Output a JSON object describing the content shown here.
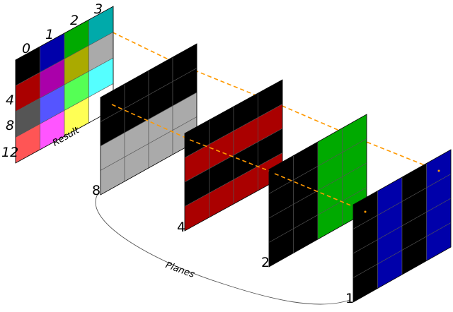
{
  "result": {
    "label": "Result",
    "column_labels": [
      "0",
      "1",
      "2",
      "3"
    ],
    "row_labels": [
      "4",
      "8",
      "12"
    ],
    "colors": [
      [
        "#000000",
        "#0000aa",
        "#00aa00",
        "#00aaaa"
      ],
      [
        "#aa0000",
        "#aa00aa",
        "#aaaa00",
        "#aaaaaa"
      ],
      [
        "#555555",
        "#5555ff",
        "#55ff55",
        "#55ffff"
      ],
      [
        "#ff5555",
        "#ff55ff",
        "#ffff55",
        "#ffffff"
      ]
    ]
  },
  "planes": {
    "caption": "Planes",
    "items": [
      {
        "label": "8",
        "on_color": "#aaaaaa",
        "off_color": "#000000",
        "pattern": "bottom-half"
      },
      {
        "label": "4",
        "on_color": "#aa0000",
        "off_color": "#000000",
        "pattern": "odd-rows"
      },
      {
        "label": "2",
        "on_color": "#00aa00",
        "off_color": "#000000",
        "pattern": "right-half"
      },
      {
        "label": "1",
        "on_color": "#0000aa",
        "off_color": "#000000",
        "pattern": "odd-columns"
      }
    ]
  },
  "colors": {
    "guide_line": "#ff9900",
    "grid_line": "#555555",
    "outline": "#000000"
  }
}
